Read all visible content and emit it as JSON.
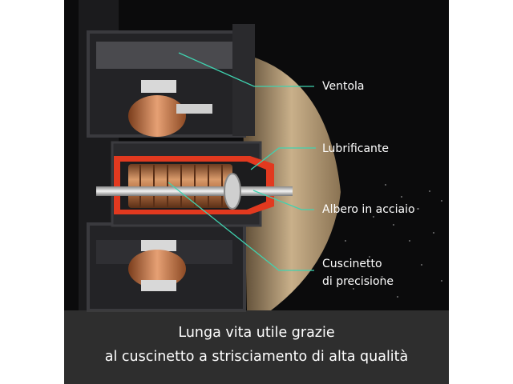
{
  "labels": {
    "fan": "Ventola",
    "lubricant": "Lubrificante",
    "shaft": "Albero in acciaio",
    "bearing_line1": "Cuscinetto",
    "bearing_line2": "di precisione"
  },
  "caption": {
    "line1": "Lunga vita utile grazie",
    "line2": "al cuscinetto a strisciamento di alta qualità"
  },
  "colors": {
    "leader_line": "#3fd3b0",
    "lubricant_red": "#e2391f",
    "copper": "#b87345",
    "background": "#0b0b0c"
  }
}
